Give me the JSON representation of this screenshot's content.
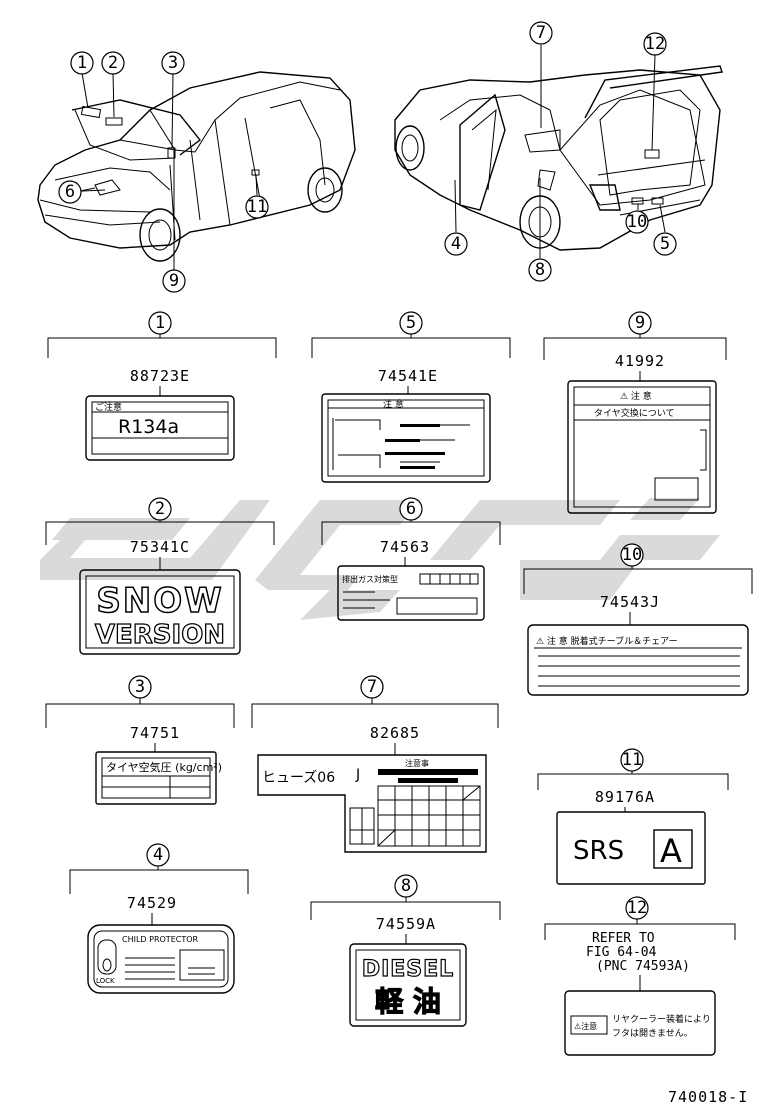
{
  "callouts": [
    "1",
    "2",
    "3",
    "4",
    "5",
    "6",
    "7",
    "8",
    "9",
    "10",
    "11",
    "12"
  ],
  "parts": {
    "p1": {
      "num": "1",
      "code": "88723E",
      "label_title": "ご注意",
      "label_text": "R134a"
    },
    "p2": {
      "num": "2",
      "code": "75341C",
      "line1": "SNOW",
      "line2": "VERSION"
    },
    "p3": {
      "num": "3",
      "code": "74751",
      "label_text": "タイヤ空気圧 (kg/cm²)"
    },
    "p4": {
      "num": "4",
      "code": "74529",
      "label_title": "CHILD PROTECTOR",
      "lock": "LOCK"
    },
    "p5": {
      "num": "5",
      "code": "74541E",
      "label_title": "注 意"
    },
    "p6": {
      "num": "6",
      "code": "74563",
      "label_title": "排出ガス対策型"
    },
    "p7": {
      "num": "7",
      "code": "82685",
      "fuse": "ヒューズ06",
      "j": "J",
      "label_title": "注意事"
    },
    "p8": {
      "num": "8",
      "code": "74559A",
      "line1": "DIESEL",
      "line2": "軽 油"
    },
    "p9": {
      "num": "9",
      "code": "41992",
      "label_title": "⚠ 注 意",
      "label_text": "タイヤ交換について"
    },
    "p10": {
      "num": "10",
      "code": "74543J",
      "label_text": "⚠ 注 意   脱着式チーブル＆チェアー"
    },
    "p11": {
      "num": "11",
      "code": "89176A",
      "srs": "SRS",
      "a": "A"
    },
    "p12": {
      "num": "12",
      "ref1": "REFER TO",
      "ref2": "FIG 64-04",
      "ref3": "(PNC 74593A)",
      "label_title": "⚠注意",
      "label_line1": "リヤクーラー装着により",
      "label_line2": "フタは開きません。"
    }
  },
  "figure_id": "740018-I"
}
